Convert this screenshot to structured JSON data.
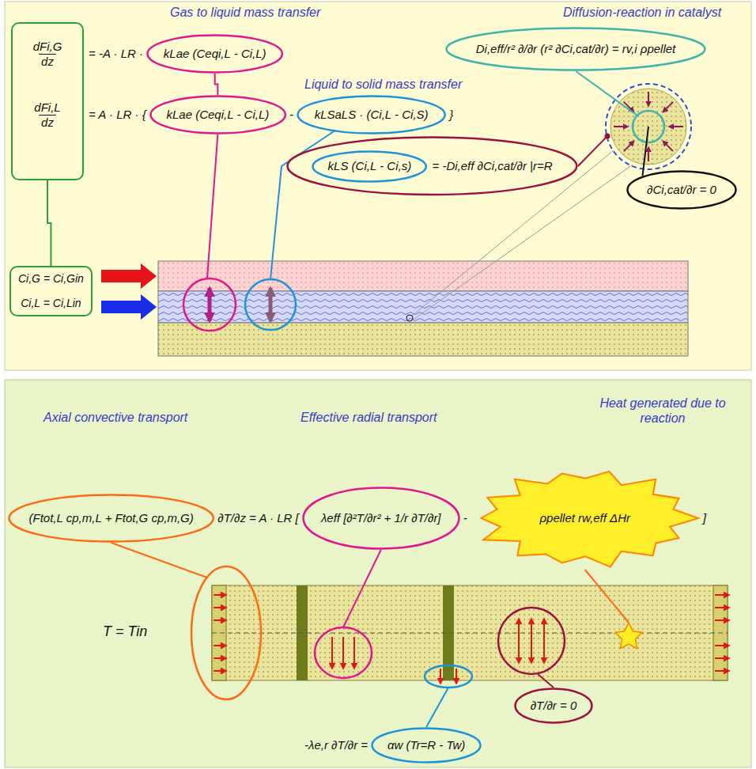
{
  "diagram": {
    "nodes": [
      {
        "text": [
          "dFi,G",
          "dz",
          "dFi,L",
          "dz"
        ]
      },
      {
        "text": [
          "Ci,G = Ci,Gin",
          "Ci,L = Ci,Lin"
        ]
      },
      {
        "text": [
          "kLae (Ceqi,L - Ci,L)"
        ]
      },
      {
        "text": [
          "kLae (Ceqi,L - Ci,L)"
        ]
      },
      {
        "text": [
          "kLSaLS · (Ci,L - Ci,S)"
        ]
      },
      {
        "text": [
          "= -Di,eff ∂Ci,cat/∂r |r=R"
        ]
      },
      {
        "text": [
          "kLS (Ci,L - Ci,s)"
        ],
        "in": 5
      },
      {
        "text": [
          "Di,eff/r² ∂/∂r (r² ∂Ci,cat/∂r) = rv,i ρpellet"
        ]
      },
      {
        "text": [
          "∂Ci,cat/∂r = 0"
        ]
      },
      {
        "text": [
          "(Ftot,L cp,m,L + Ftot,G cp,m,G)"
        ]
      },
      {
        "text": [
          "λeff [∂²T/∂r² + 1/r ∂T/∂r]"
        ]
      },
      {
        "text": [
          "ρpellet rw,eff ΔHr"
        ]
      },
      {
        "text": [
          "∂T/∂r = 0"
        ]
      },
      {
        "text": [
          "αw (Tr=R - Tw)"
        ]
      }
    ],
    "edges": [
      {
        "from": 0,
        "to": 1,
        "arrow": "none"
      },
      {
        "from": 2,
        "to": 3,
        "arrow": "none"
      }
    ],
    "labels": [
      "Gas to liquid mass transfer",
      "Diffusion-reaction in catalyst",
      "Liquid to solid mass transfer",
      "= -A · LR ·",
      "= A · LR · {",
      "-",
      "}",
      "Axial convective transport",
      "Effective radial transport",
      "Heat generated due to reaction",
      "∂T/∂z = A · LR [",
      "-",
      "]",
      "T = Tin",
      "-λe,r ∂T/∂r ="
    ]
  }
}
